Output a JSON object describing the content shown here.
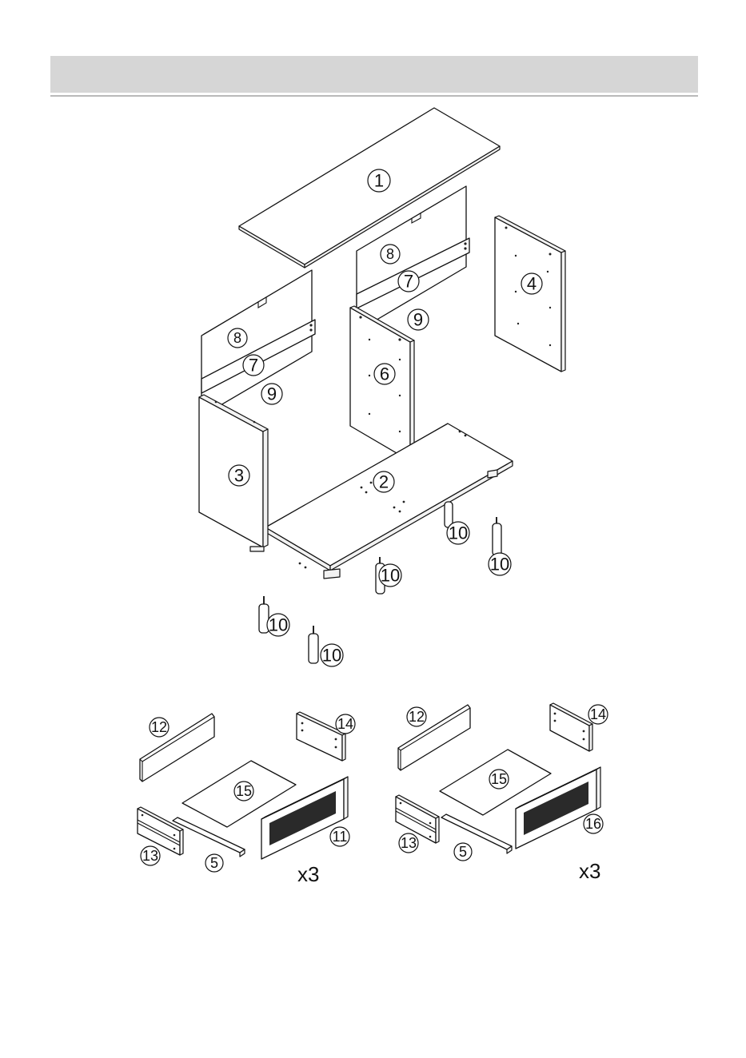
{
  "header": {
    "title": ""
  },
  "parts": {
    "p1": "1",
    "p2": "2",
    "p3": "3",
    "p4": "4",
    "p6": "6",
    "p7a": "7",
    "p7b": "7",
    "p8a": "8",
    "p8b": "8",
    "p9a": "9",
    "p9b": "9",
    "p10a": "10",
    "p10b": "10",
    "p10c": "10",
    "p10d": "10",
    "p10e": "10"
  },
  "drawer_left": {
    "p12": "12",
    "p14": "14",
    "p15": "15",
    "p13": "13",
    "p5": "5",
    "p11": "11",
    "quantity": "x3"
  },
  "drawer_right": {
    "p12": "12",
    "p14": "14",
    "p15": "15",
    "p13": "13",
    "p5": "5",
    "p16": "16",
    "quantity": "x3"
  }
}
